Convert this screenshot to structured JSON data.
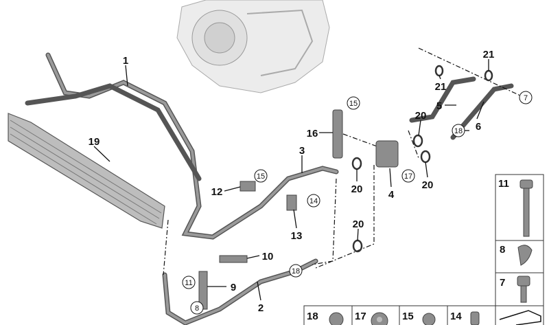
{
  "callouts": {
    "c1": "1",
    "c2": "2",
    "c3": "3",
    "c4": "4",
    "c5": "5",
    "c6": "6",
    "c9": "9",
    "c10": "10",
    "c12": "12",
    "c13": "13",
    "c16": "16",
    "c19": "19",
    "c20a": "20",
    "c20b": "20",
    "c20c": "20",
    "c20d": "20",
    "c21a": "21",
    "c21b": "21"
  },
  "circled": {
    "k15a": "15",
    "k15b": "15",
    "k14": "14",
    "k17": "17",
    "k18a": "18",
    "k18b": "18",
    "k7": "7",
    "k11": "11",
    "k8": "8"
  },
  "parts_box": {
    "p11": "11",
    "p8": "8",
    "p7": "7",
    "p18": "18",
    "p17": "17",
    "p15": "15",
    "p14": "14"
  }
}
